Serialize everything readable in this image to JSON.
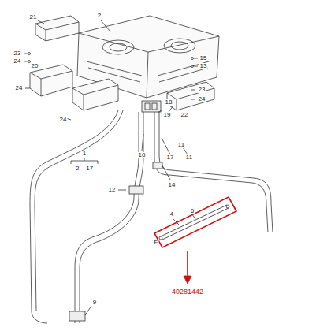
{
  "diagram": {
    "labels": [
      "21",
      "2",
      "23",
      "24",
      "15",
      "13",
      "20",
      "24",
      "24",
      "19",
      "18",
      "23",
      "24",
      "22",
      "1",
      "2 – 17",
      "16",
      "17",
      "11",
      "11",
      "12",
      "14",
      "4",
      "6",
      "F",
      "40281442",
      "9"
    ]
  }
}
